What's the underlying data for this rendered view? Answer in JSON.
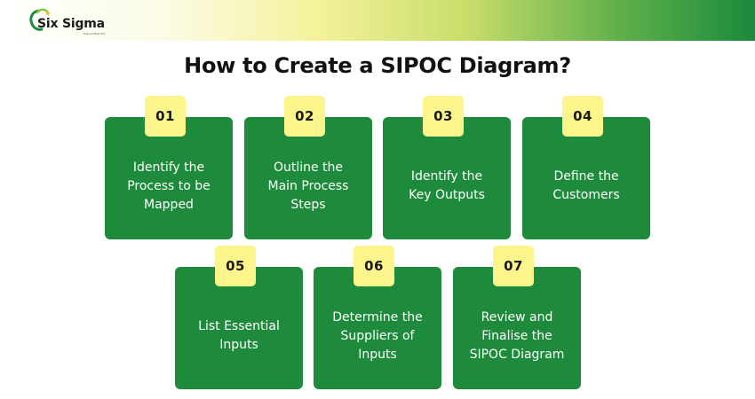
{
  "header": {
    "logo_text": "Six Sigma",
    "logo_subtext": "Trained Best Pvt"
  },
  "title": "How to Create a SIPOC Diagram?",
  "steps": [
    {
      "number": "01",
      "label": "Identify the\nProcess to be\nMapped"
    },
    {
      "number": "02",
      "label": "Outline the\nMain Process\nSteps"
    },
    {
      "number": "03",
      "label": "Identify the\nKey Outputs"
    },
    {
      "number": "04",
      "label": "Define the\nCustomers"
    },
    {
      "number": "05",
      "label": "List Essential\nInputs"
    },
    {
      "number": "06",
      "label": "Determine the\nSuppliers of\nInputs"
    },
    {
      "number": "07",
      "label": "Review and\nFinalise the\nSIPOC Diagram"
    }
  ],
  "colors": {
    "card": "#1e8a3b",
    "badge": "#fbf58c",
    "title": "#111111"
  }
}
